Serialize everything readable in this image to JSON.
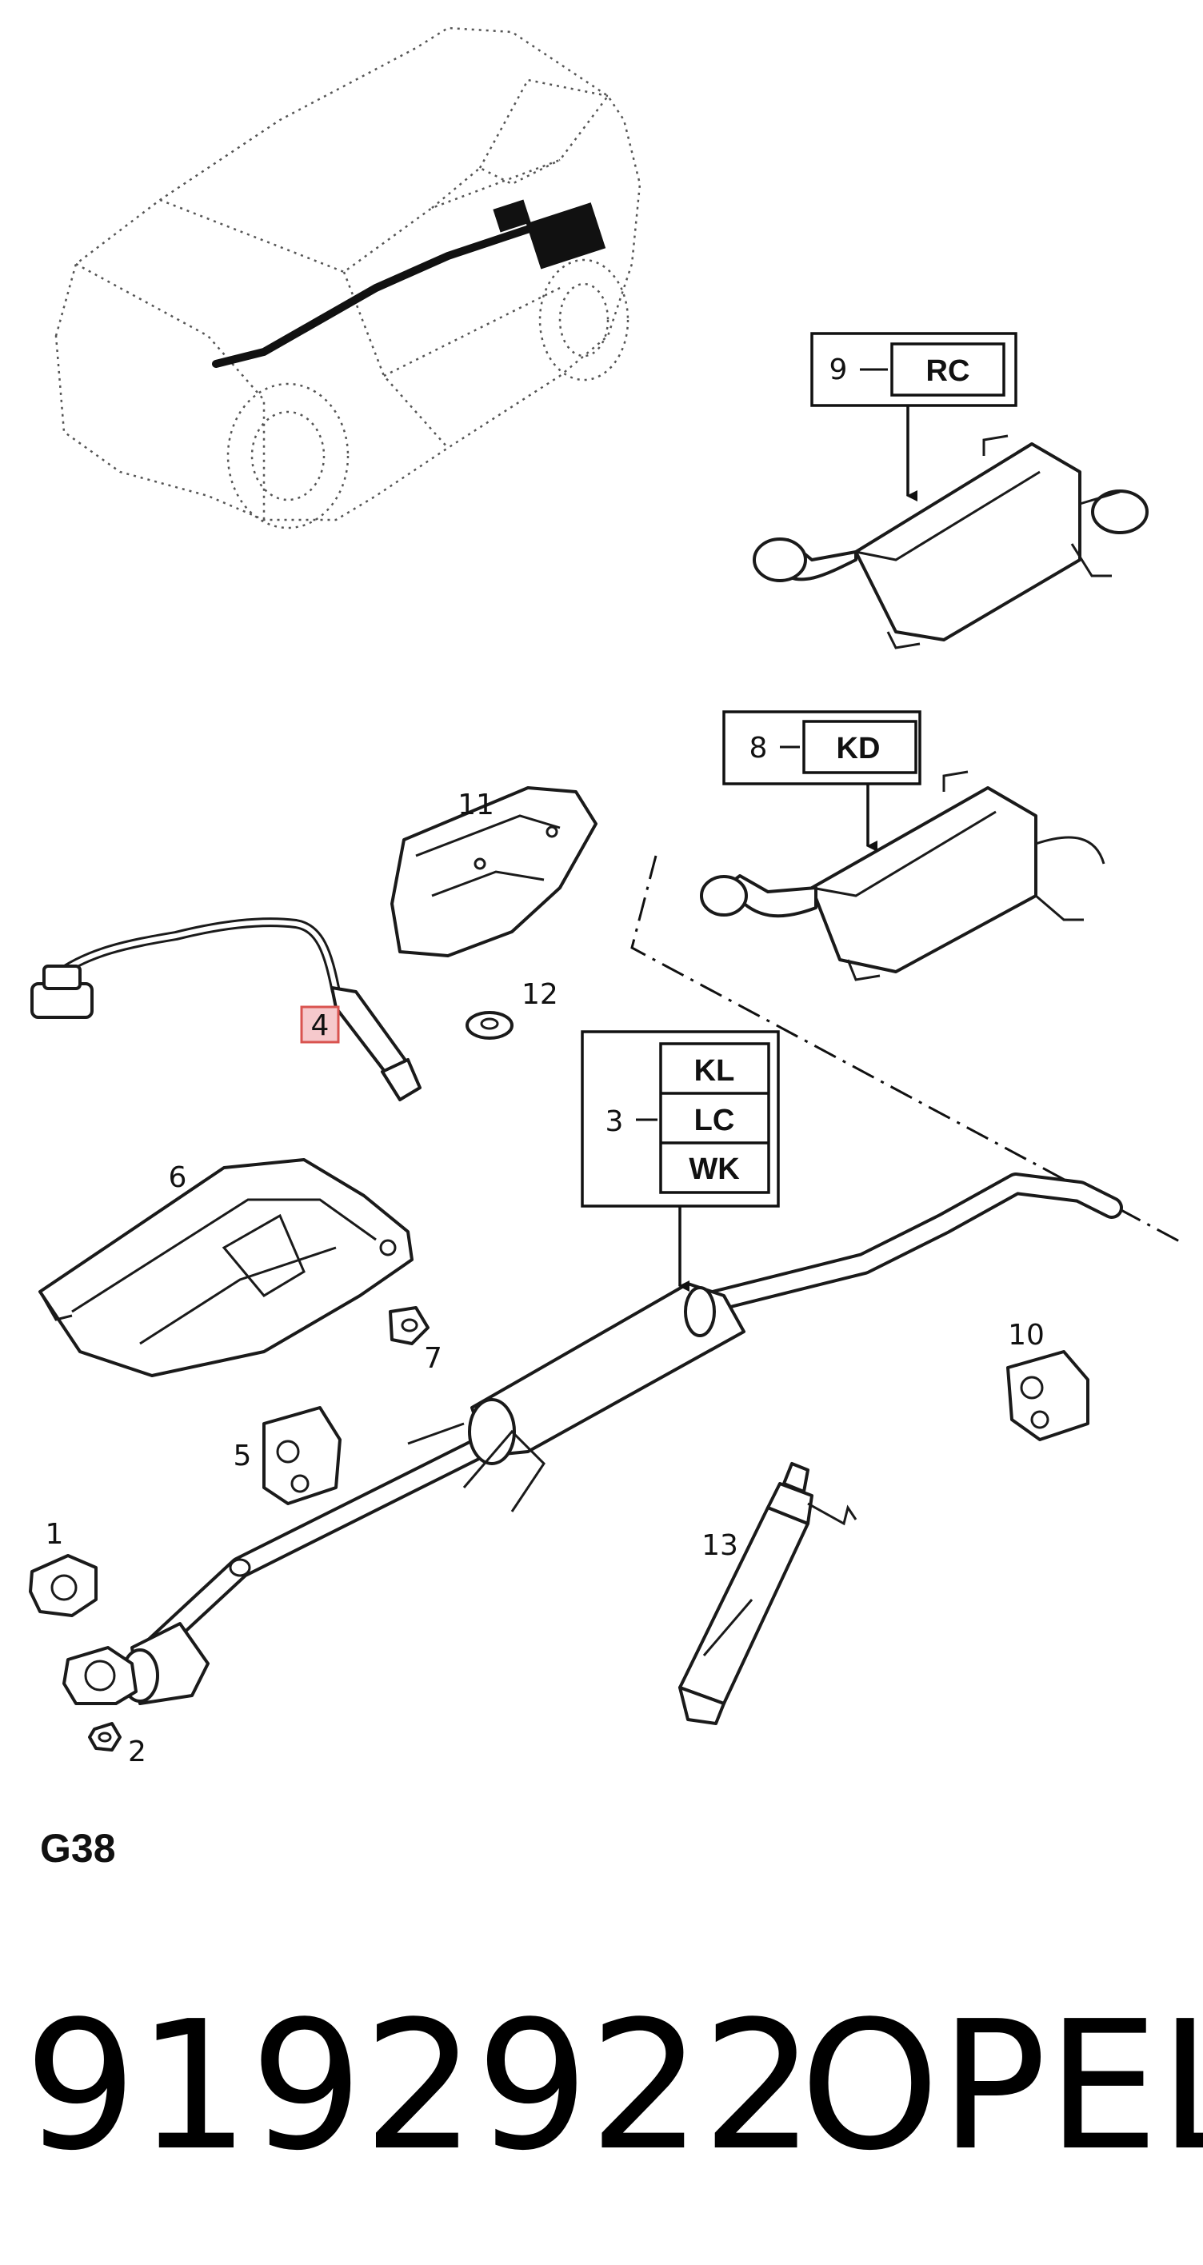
{
  "callouts": {
    "c1": "1",
    "c2": "2",
    "c3": "3",
    "c4": "4",
    "c5": "5",
    "c6": "6",
    "c7": "7",
    "c8": "8",
    "c9": "9",
    "c10": "10",
    "c11": "11",
    "c12": "12",
    "c13": "13"
  },
  "variant_boxes": {
    "muffler_9": [
      "RC"
    ],
    "muffler_8": [
      "KD"
    ],
    "pipe_3": [
      "KL",
      "LC",
      "WK"
    ]
  },
  "section_code": "G38",
  "part_number": "9192922",
  "brand": "OPEL",
  "colors": {
    "highlight_fill": "#f6c9cc",
    "highlight_stroke": "#d9534f"
  }
}
